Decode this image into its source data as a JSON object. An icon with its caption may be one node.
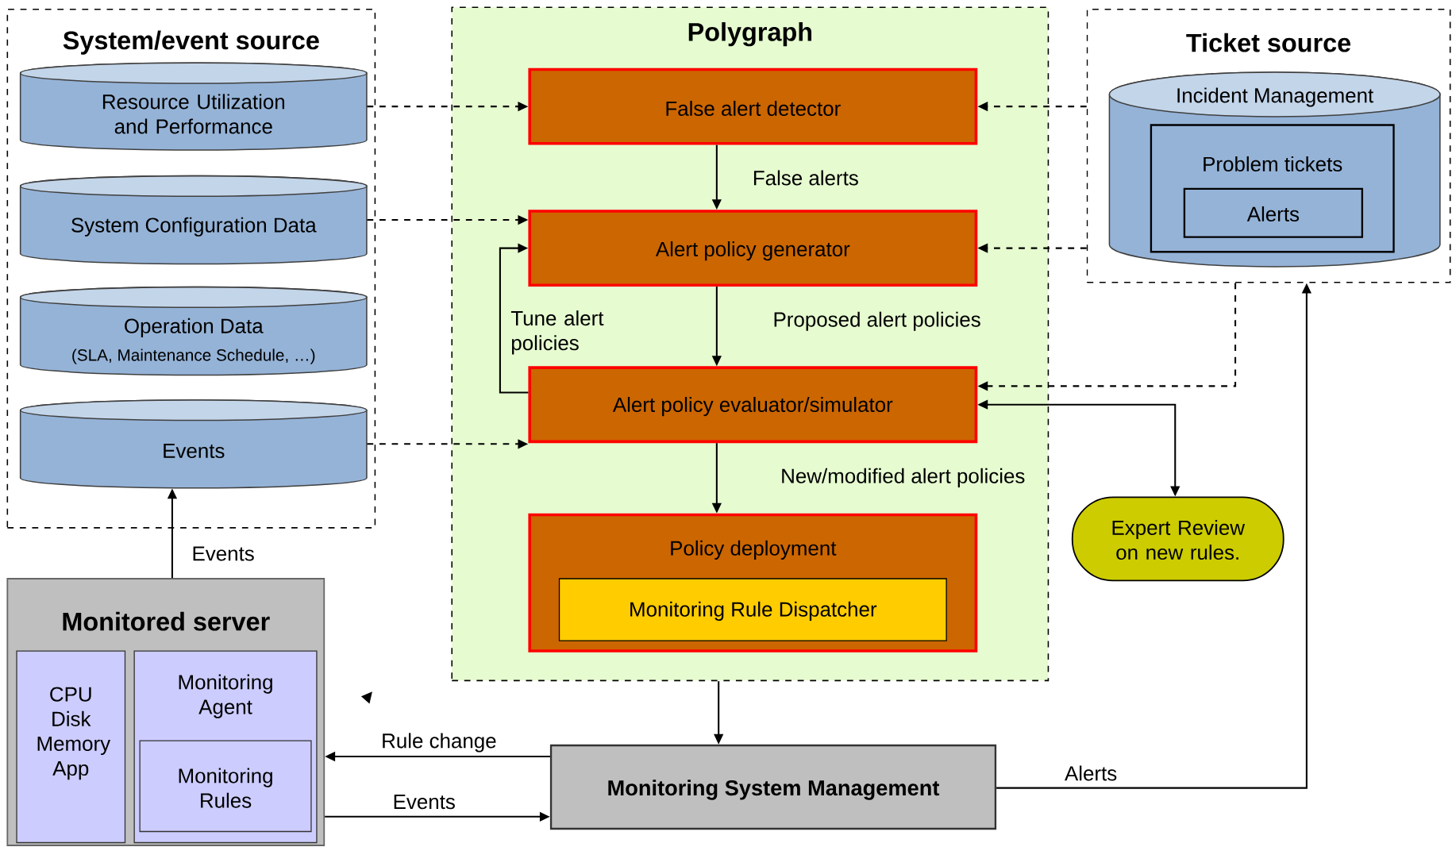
{
  "diagram": {
    "nodes": [
      {
        "text": [
          "System/event source"
        ]
      },
      {
        "text": [
          "Resource Utilization and Performance"
        ],
        "in": 0
      },
      {
        "text": [
          "System Configuration Data"
        ],
        "in": 0
      },
      {
        "text": [
          "Operation Data",
          "(SLA, Maintenance Schedule, …)"
        ],
        "in": 0
      },
      {
        "text": [
          "Events"
        ],
        "in": 0
      },
      {
        "text": [
          "Polygraph"
        ]
      },
      {
        "text": [
          "False alert detector"
        ],
        "in": 5
      },
      {
        "text": [
          "Alert policy generator"
        ],
        "in": 5
      },
      {
        "text": [
          "Alert policy evaluator/simulator"
        ],
        "in": 5
      },
      {
        "text": [
          "Policy deployment"
        ],
        "in": 5
      },
      {
        "text": [
          "Monitoring Rule Dispatcher"
        ],
        "in": 9
      },
      {
        "text": [
          "Ticket source"
        ]
      },
      {
        "text": [
          "Incident Management"
        ],
        "in": 11
      },
      {
        "text": [
          "Problem tickets"
        ],
        "in": 12
      },
      {
        "text": [
          "Alerts"
        ],
        "in": 13
      },
      {
        "text": [
          "Expert Review on new rules."
        ]
      },
      {
        "text": [
          "Monitored server"
        ]
      },
      {
        "text": [
          "CPU Disk Memory App"
        ],
        "in": 16
      },
      {
        "text": [
          "Monitoring Agent"
        ],
        "in": 16
      },
      {
        "text": [
          "Monitoring Rules"
        ],
        "in": 18
      },
      {
        "text": [
          "Monitoring System Management"
        ]
      }
    ],
    "edges": [
      {
        "from": 1,
        "to": 6,
        "arrow": "to",
        "style": "dashed"
      },
      {
        "from": 2,
        "to": 7,
        "arrow": "to",
        "style": "dashed"
      },
      {
        "from": 4,
        "to": 8,
        "arrow": "to",
        "style": "dashed"
      },
      {
        "from": 11,
        "to": 6,
        "arrow": "to",
        "style": "dashed"
      },
      {
        "from": 11,
        "to": 7,
        "arrow": "to",
        "style": "dashed"
      },
      {
        "from": 11,
        "to": 8,
        "arrow": "to",
        "style": "dashed"
      },
      {
        "from": 6,
        "to": 7,
        "arrow": "to",
        "label": "False alerts"
      },
      {
        "from": 7,
        "to": 8,
        "arrow": "to",
        "label": "Proposed alert policies"
      },
      {
        "from": 8,
        "to": 7,
        "arrow": "to",
        "label": "Tune alert policies"
      },
      {
        "from": 8,
        "to": 15,
        "arrow": "both"
      },
      {
        "from": 8,
        "to": 9,
        "arrow": "to",
        "label": "New/modified alert policies"
      },
      {
        "from": 5,
        "to": 20,
        "arrow": "to"
      },
      {
        "from": 20,
        "to": 16,
        "arrow": "to",
        "label": "Rule change"
      },
      {
        "from": 16,
        "to": 20,
        "arrow": "to",
        "label": "Events"
      },
      {
        "from": 16,
        "to": 4,
        "arrow": "to",
        "label": "Events"
      },
      {
        "from": 20,
        "to": 11,
        "arrow": "to",
        "label": "Alerts"
      }
    ]
  }
}
